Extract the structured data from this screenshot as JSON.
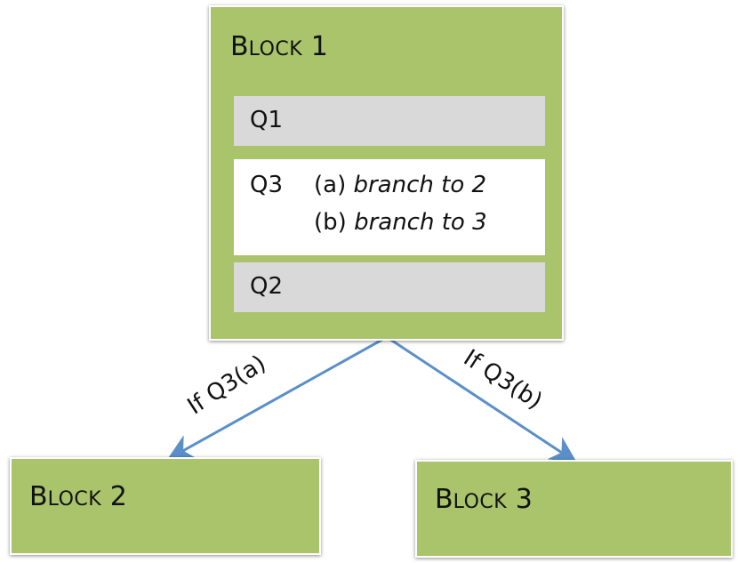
{
  "colors": {
    "block_fill": "#a9c46a",
    "question_grey": "#d9d9d9",
    "question_white": "#ffffff",
    "arrow": "#5b8fc9"
  },
  "block1": {
    "title_first": "B",
    "title_rest": "LOCK",
    "title_num": "1",
    "questions": {
      "q1": "Q1",
      "q3": "Q3",
      "q3_opt_a_prefix": "(a) ",
      "q3_opt_a_text": "branch to 2",
      "q3_opt_b_prefix": "(b) ",
      "q3_opt_b_text": "branch to 3",
      "q2": "Q2"
    }
  },
  "block2": {
    "title_first": "B",
    "title_rest": "LOCK",
    "title_num": "2"
  },
  "block3": {
    "title_first": "B",
    "title_rest": "LOCK",
    "title_num": "3"
  },
  "edges": {
    "to_block2": "If Q3(a)",
    "to_block3": "If Q3(b)"
  }
}
